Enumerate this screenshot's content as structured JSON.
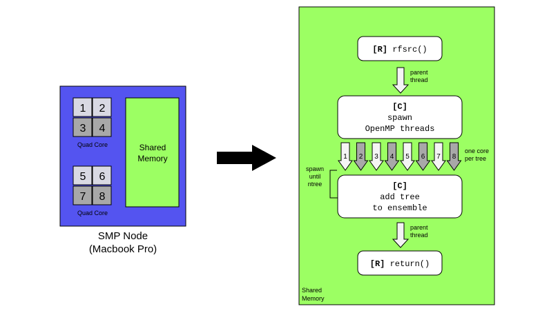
{
  "smp_node": {
    "cores_group1": [
      "1",
      "2",
      "3",
      "4"
    ],
    "cores_group2": [
      "5",
      "6",
      "7",
      "8"
    ],
    "quad_core_label": "Quad Core",
    "memory_line1": "Shared",
    "memory_line2": "Memory",
    "caption_line1": "SMP Node",
    "caption_line2": "(Macbook Pro)"
  },
  "flow": {
    "box1_tag": "[R]",
    "box1_text": "rfsrc()",
    "parent_line1": "parent",
    "parent_line2": "thread",
    "box2_tag": "[C]",
    "box2_line1": "spawn",
    "box2_line2": "OpenMP threads",
    "threads": [
      "1",
      "2",
      "3",
      "4",
      "5",
      "6",
      "7",
      "8"
    ],
    "core_note_line1": "one core",
    "core_note_line2": "per tree",
    "loop_line1": "spawn",
    "loop_line2": "until",
    "loop_line3": "ntree",
    "box3_tag": "[C]",
    "box3_line1": "add tree",
    "box3_line2": "to ensemble",
    "box4_tag": "[R]",
    "box4_text": "return()",
    "memory_line1": "Shared",
    "memory_line2": "Memory"
  },
  "colors": {
    "node_blue": "#5454f0",
    "memory_green": "#9cff63",
    "core_light": "#d9d9e3",
    "core_dark": "#a8a8a8",
    "arrow_light": "#f4f4f4",
    "arrow_dark": "#a8a8a8"
  }
}
